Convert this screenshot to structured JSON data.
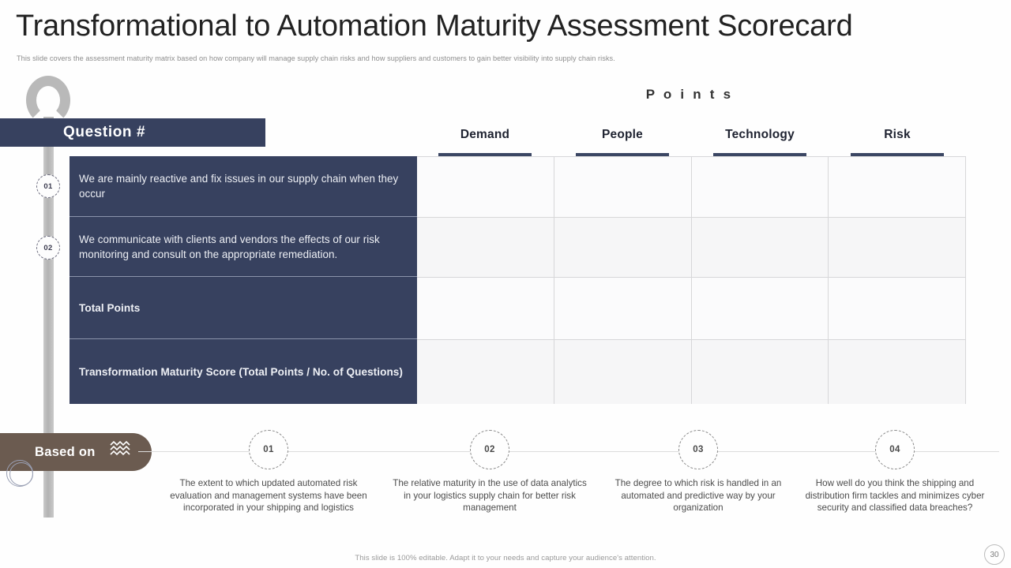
{
  "slide": {
    "title": "Transformational to Automation Maturity Assessment Scorecard",
    "subtitle": "This slide covers the assessment maturity matrix based on how company will manage supply chain risks and how suppliers and customers to gain better visibility into supply chain risks.",
    "footer_note": "This slide is 100% editable. Adapt it to your needs and capture your audience's attention.",
    "page_number": "30"
  },
  "colors": {
    "navy": "#37415f",
    "header_rule": "#3b4663",
    "banner_brown": "#6b5b50",
    "stem_gray": "#b9b9b9",
    "grid_border": "#d7d7d9"
  },
  "table": {
    "question_header": "Question  #",
    "points_heading": "P o i n t s",
    "columns": [
      {
        "label": "Demand"
      },
      {
        "label": "People"
      },
      {
        "label": "Technology"
      },
      {
        "label": "Risk"
      }
    ],
    "rows": [
      {
        "number": "01",
        "text": "We are mainly reactive and fix issues in our supply  chain when they  occur",
        "bold": false,
        "cells": [
          "",
          "",
          "",
          ""
        ]
      },
      {
        "number": "02",
        "text": "We communicate  with clients and vendors the effects of our risk monitoring  and consult  on the appropriate remediation.",
        "bold": false,
        "cells": [
          "",
          "",
          "",
          ""
        ]
      },
      {
        "number": "",
        "text": "Total Points",
        "bold": true,
        "cells": [
          "",
          "",
          "",
          ""
        ]
      },
      {
        "number": "",
        "text": "Transformation Maturity  Score (Total Points /  No. of Questions)",
        "bold": true,
        "cells": [
          "",
          "",
          "",
          ""
        ]
      }
    ]
  },
  "based_on": {
    "label": "Based on",
    "icon": "wave-icon"
  },
  "timeline": [
    {
      "number": "01",
      "description": "The extent to which updated  automated risk evaluation  and management systems have  been incorporated  in your shipping  and logistics"
    },
    {
      "number": "02",
      "description": "The relative  maturity in the use of data analytics in your logistics supply chain for better risk management"
    },
    {
      "number": "03",
      "description": "The degree  to which risk is handled  in an automated  and predictive way by your organization"
    },
    {
      "number": "04",
      "description": "How well do you think the shipping and distribution firm tackles and minimizes cyber security and classified data breaches?"
    }
  ]
}
